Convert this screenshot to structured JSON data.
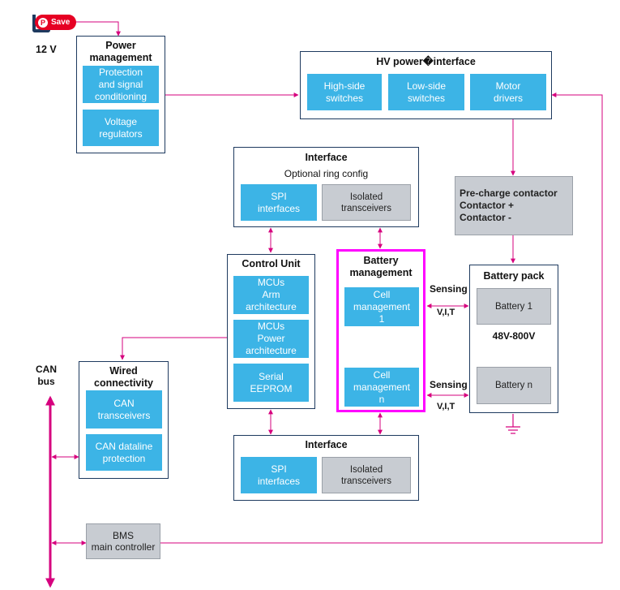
{
  "pinterest": {
    "save_label": "Save"
  },
  "power_source": {
    "label": "12 V"
  },
  "power_management": {
    "title": "Power\nmanagement",
    "blocks": [
      "Protection\nand signal\nconditioning",
      "Voltage\nregulators"
    ]
  },
  "hv_interface": {
    "title": "HV power�interface",
    "blocks": [
      "High-side\nswitches",
      "Low-side\nswitches",
      "Motor\ndrivers"
    ]
  },
  "interface_top": {
    "title": "Interface",
    "subtitle": "Optional ring config",
    "blocks": [
      "SPI\ninterfaces",
      "Isolated\ntransceivers"
    ]
  },
  "precharge": {
    "text": "Pre-charge contactor\nContactor +\nContactor -"
  },
  "control_unit": {
    "title": "Control Unit",
    "blocks": [
      "MCUs\nArm\narchitecture",
      "MCUs\nPower\narchitecture",
      "Serial\nEEPROM"
    ]
  },
  "battery_management": {
    "title": "Battery\nmanagement",
    "blocks": [
      "Cell\nmanagement\n1",
      "Cell\nmanagement\nn"
    ]
  },
  "battery_pack": {
    "title": "Battery pack",
    "blocks": [
      "Battery 1",
      "Battery n"
    ],
    "voltage": "48V-800V"
  },
  "sensing": {
    "label": "Sensing",
    "values": "V,I,T"
  },
  "can_bus": {
    "label": "CAN\nbus"
  },
  "wired": {
    "title": "Wired\nconnectivity",
    "blocks": [
      "CAN\ntransceivers",
      "CAN dataline\nprotection"
    ]
  },
  "interface_bottom": {
    "title": "Interface",
    "blocks": [
      "SPI\ninterfaces",
      "Isolated\ntransceivers"
    ]
  },
  "bms_controller": {
    "text": "BMS\nmain controller"
  },
  "colors": {
    "accent_blue": "#3cb4e6",
    "connector_magenta": "#d6007e",
    "highlight_border": "#ff00ff",
    "gray_block": "#c8ccd2"
  }
}
